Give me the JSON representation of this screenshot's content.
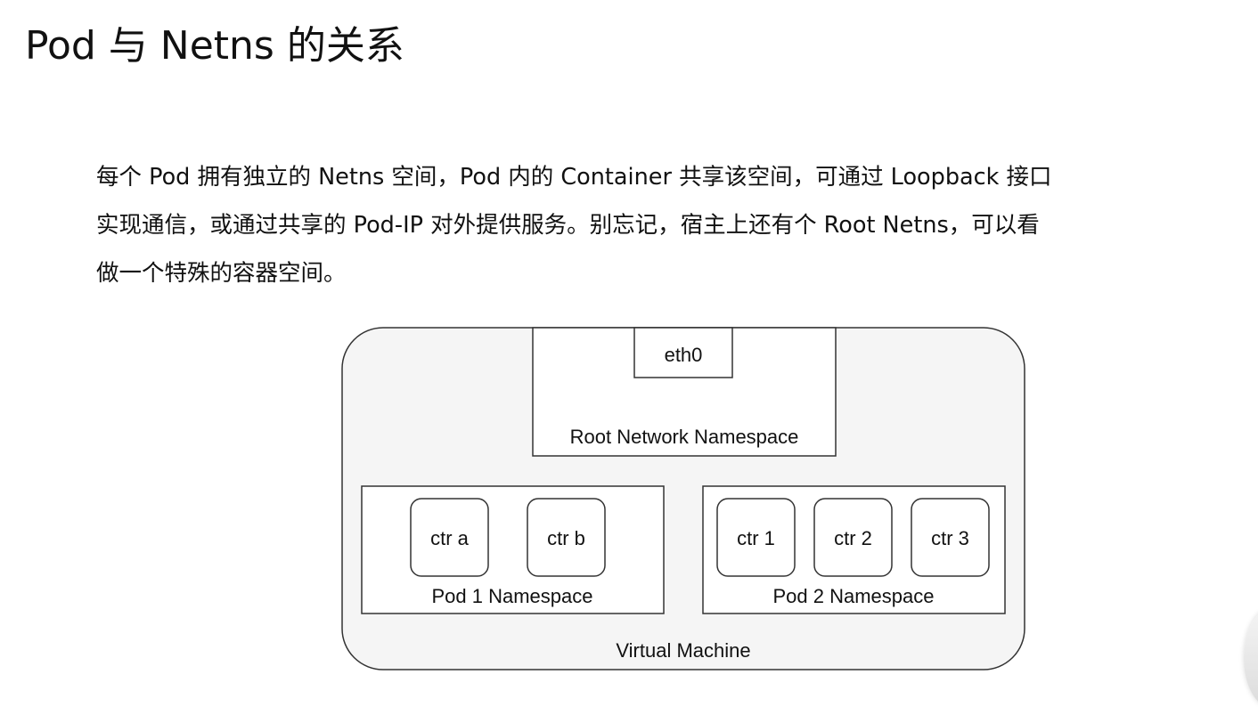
{
  "title": "Pod 与 Netns 的关系",
  "paragraph": {
    "line1": "每个 Pod 拥有独立的 Netns 空间，Pod 内的 Container 共享该空间，可通过 Loopback 接口",
    "line2": "实现通信，或通过共享的 Pod-IP 对外提供服务。别忘记，宿主上还有个 Root Netns，可以看",
    "line3": "做一个特殊的容器空间。"
  },
  "diagram": {
    "vm_label": "Virtual Machine",
    "root_ns_label": "Root Network Namespace",
    "eth0_label": "eth0",
    "pod1": {
      "label": "Pod 1 Namespace",
      "containers": [
        "ctr a",
        "ctr b"
      ]
    },
    "pod2": {
      "label": "Pod 2 Namespace",
      "containers": [
        "ctr 1",
        "ctr 2",
        "ctr 3"
      ]
    },
    "colors": {
      "vm_fill": "#f5f5f5",
      "box_fill": "#ffffff",
      "stroke": "#333333"
    }
  }
}
